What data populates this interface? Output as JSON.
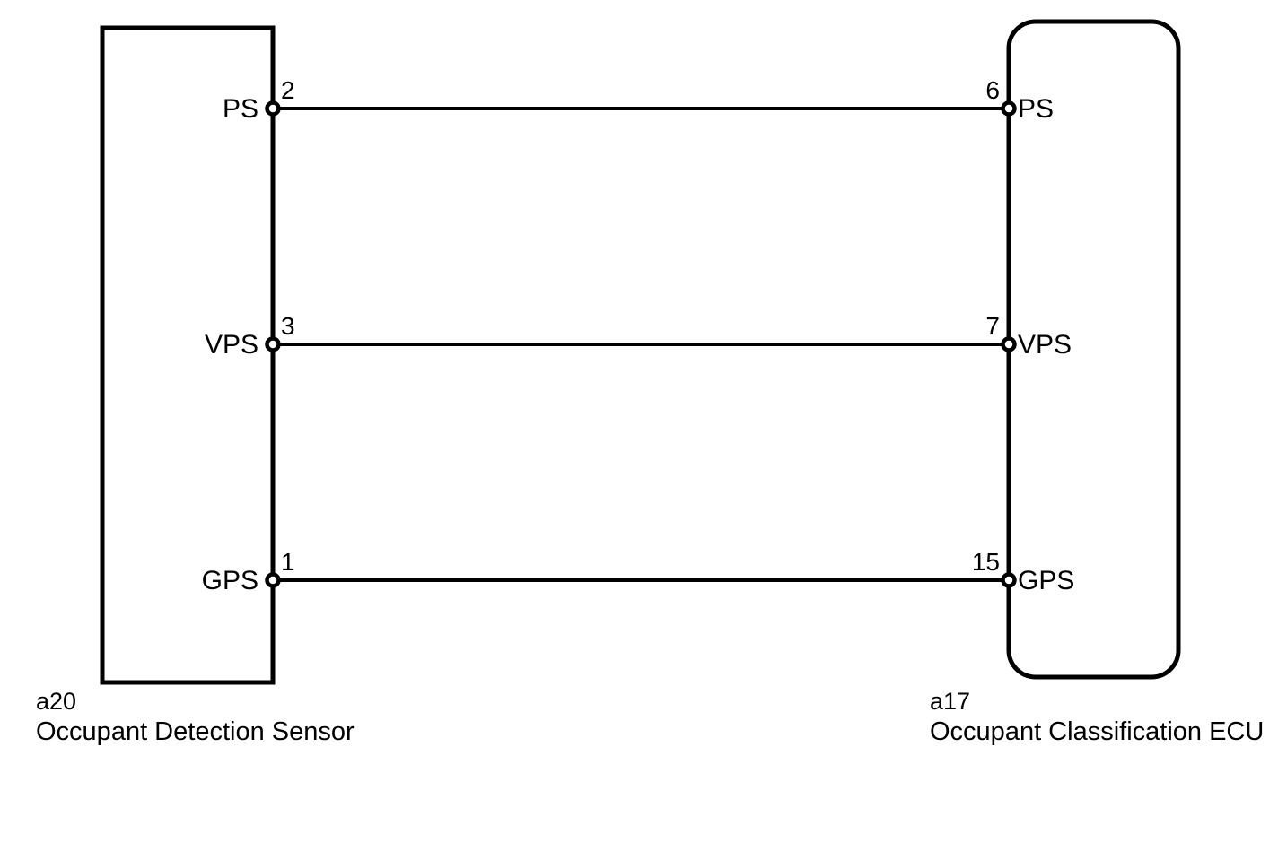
{
  "diagram": {
    "type": "automotive-wiring-harness-diagram",
    "background_color": "#ffffff",
    "line_color": "#000000",
    "components": [
      {
        "id": "a20",
        "name": "Occupant Detection Sensor",
        "shape": "rectangle",
        "side": "left"
      },
      {
        "id": "a17",
        "name": "Occupant Classification ECU",
        "shape": "rounded-rectangle",
        "side": "right"
      }
    ],
    "connections": [
      {
        "signal": "PS",
        "left_terminal_label": "PS",
        "left_pin": "2",
        "right_terminal_label": "PS",
        "right_pin": "6"
      },
      {
        "signal": "VPS",
        "left_terminal_label": "VPS",
        "left_pin": "3",
        "right_terminal_label": "VPS",
        "right_pin": "7"
      },
      {
        "signal": "GPS",
        "left_terminal_label": "GPS",
        "left_pin": "1",
        "right_terminal_label": "GPS",
        "right_pin": "15"
      }
    ]
  }
}
